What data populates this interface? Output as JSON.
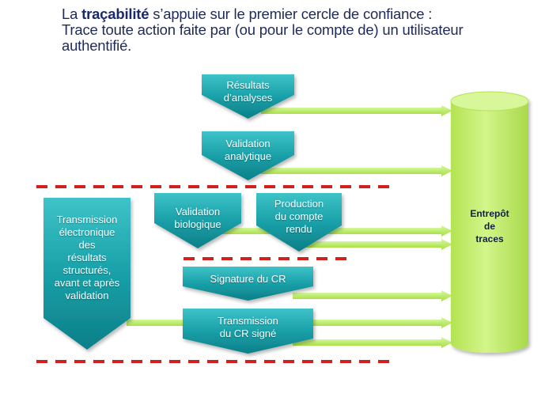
{
  "title": {
    "part1": "La ",
    "emphasis": "traçabilité",
    "part2": " s’appuie sur le premier cercle de confiance :",
    "line2": "Trace toute action faite par (ou pour le compte de) un utilisateur",
    "line3": "authentifié."
  },
  "boxes": {
    "resultats": "Résultats\nd’analyses",
    "validation_analytique": "Validation\nanalytique",
    "transmission_electronique": "Transmission\nélectronique\ndes\nrésultats\nstructurés,\navant et après\nvalidation",
    "validation_biologique": "Validation\nbiologique",
    "production": "Production\ndu compte\nrendu",
    "signature": "Signature du CR",
    "transmission_cr": "Transmission\ndu CR signé"
  },
  "store": {
    "label": "Entrepôt\nde\ntraces"
  },
  "colors": {
    "box": "#1aa0a8",
    "box_dark": "#0c7f88",
    "arrow": "#b9ec5c",
    "cylinder": "#c6f06a",
    "dash": "#d02020"
  }
}
